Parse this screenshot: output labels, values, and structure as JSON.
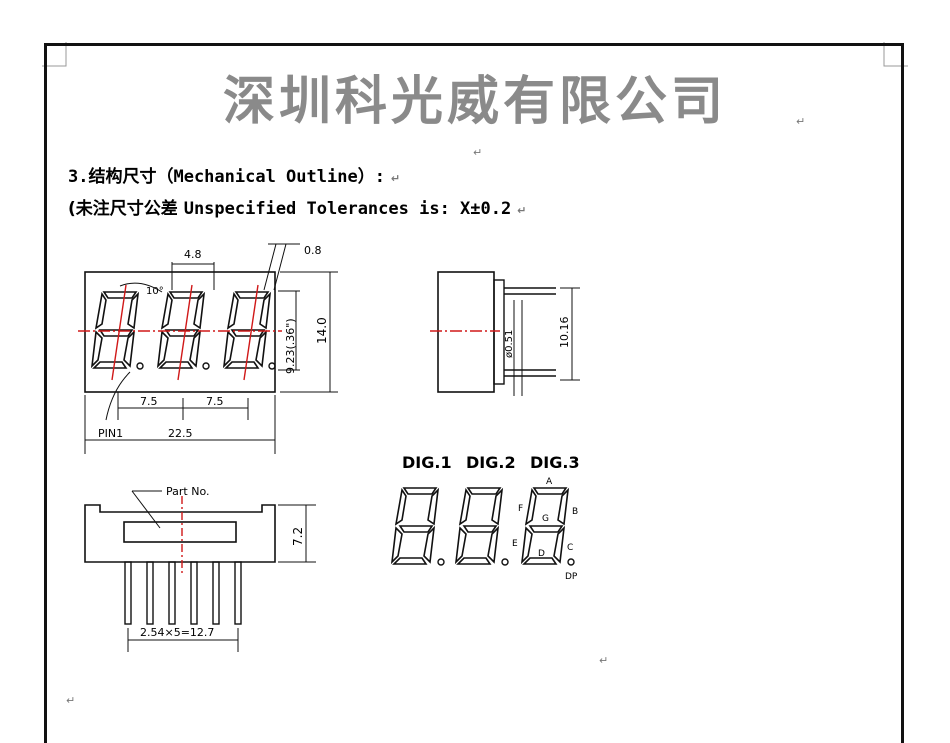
{
  "document": {
    "company_title": "深圳科光威有限公司",
    "section_heading": "3.结构尺寸（Mechanical Outline）:",
    "tolerance_prefix": "(未注尺寸公差",
    "tolerance_text": "Unspecified Tolerances is: X±0.2",
    "paragraph_mark": "↵"
  },
  "drawing": {
    "front_view": {
      "dim_top": "4.8",
      "dim_angle": "10°",
      "dim_corner": "0.8",
      "dim_digit_height": "9.23(.36\")",
      "dim_body_height": "14.0",
      "dim_pitch_left": "7.5",
      "dim_pitch_right": "7.5",
      "pin_label": "PIN1",
      "dim_width": "22.5"
    },
    "side_view": {
      "dim_pin_dia": "ø0.51",
      "dim_pin_height": "10.16"
    },
    "bottom_view": {
      "part_label": "Part No.",
      "dim_height": "7.2",
      "dim_pins": "2.54×5=12.7"
    },
    "digit_map": {
      "dig1": "DIG.1",
      "dig2": "DIG.2",
      "dig3": "DIG.3",
      "seg_a": "A",
      "seg_b": "B",
      "seg_c": "C",
      "seg_d": "D",
      "seg_e": "E",
      "seg_f": "F",
      "seg_g": "G",
      "seg_dp": "DP"
    },
    "colors": {
      "line": "#111111",
      "center_line": "#d01818",
      "title": "#8a8a8a"
    }
  }
}
